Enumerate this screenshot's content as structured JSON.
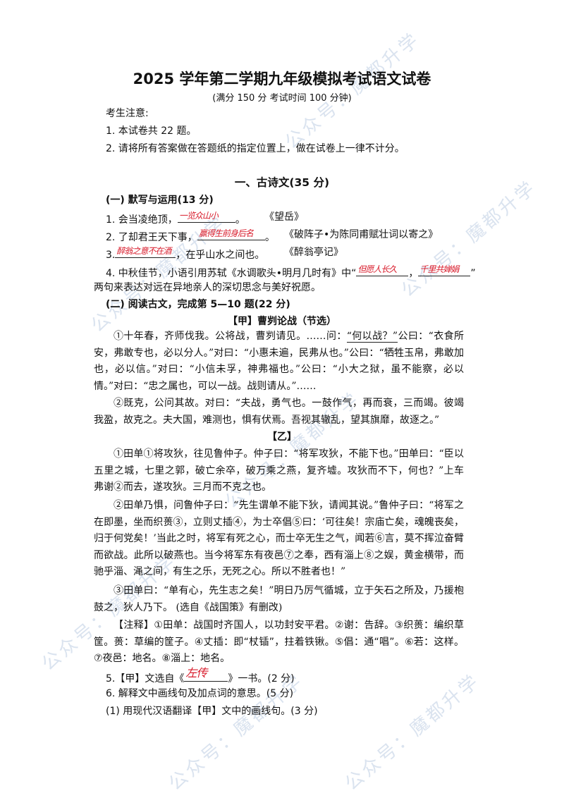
{
  "header": {
    "title": "2025 学年第二学期九年级模拟考试语文试卷",
    "subtitle": "(满分 150 分  考试时间 100 分钟)"
  },
  "notice": {
    "heading": "考生注意:",
    "items": [
      "1. 本试卷共 22 题。",
      "2. 请将所有答案做在答题纸的指定位置上，做在试卷上一律不计分。"
    ]
  },
  "section1": {
    "title": "一、古诗文(35 分)",
    "part1_title": "(一) 默写与运用(13 分)",
    "q1": {
      "prefix": "1. 会当凌绝顶，",
      "answer": "一览众山小",
      "suffix": "。",
      "source": "《望岳》"
    },
    "q2": {
      "prefix": "2. 了却君王天下事，",
      "answer": "赢得生前身后名",
      "suffix": "。",
      "source": "《破阵子•为陈同甫赋壮词以寄之》"
    },
    "q3": {
      "prefix": "3.",
      "answer": "醉翁之意不在酒",
      "suffix": "，在乎山水之间也。",
      "source": "《醉翁亭记》"
    },
    "q4": {
      "prefix": "4. 中秋佳节，小语引用苏轼《水调歌头•明月几时有》中“",
      "answer1": "但愿人长久",
      "sep": "，",
      "answer2": "千里共婵娟",
      "suffix": "”",
      "line2": "两句来表达对远在异地亲人的深切思念与美好祝愿。"
    },
    "part2_title": "(二) 阅读古文，完成第 5—10 题(22 分)"
  },
  "passage_a": {
    "title": "【甲】曹刿论战（节选）",
    "p1_before": "①十年春，齐师伐我。公将战，曹刿请见。……问：",
    "p1_underlined": "“何以战？”",
    "p1_after": "公曰：“衣食所安，弗敢专也，必以分人。”对曰：“小惠未遍，民弗从也。”公曰：“牺牲玉帛，弗敢加也，必以信。”对曰：“小信未孚，神弗福也。”公曰：“小大之狱，虽不能察，必以情。”对曰：“忠之属也，可以一战。战则请从。”……",
    "p2": "②既克，公问其故。对曰：“夫战，勇气也。一鼓作气，再而衰，三而竭。彼竭我盈，故克之。夫大国，难测也，惧有伏焉。吾视其辙乱，望其旗靡，故逐之。”"
  },
  "passage_b": {
    "title": "【乙】",
    "p1": "①田单①将攻狄，往见鲁仲子。仲子曰：“将军攻狄，不能下也。”田单曰：“臣以五里之城，七里之郭，破亡余卒，破万乘之燕，复齐墟。攻狄而不下，何也？”上车弗谢②而去，遂攻狄。三月而不克之也。",
    "p2": "②田单乃惧，问鲁仲子曰：“先生谓单不能下狄，请闻其说。”鲁仲子曰：“将军之在即墨，坐而织蒉③，立则丈插④，为士卒倡⑤曰：‘可往矣！宗庙亡矣，魂魄丧矣，归于何党矣！’当此之时，将军有死之心，而士卒无生之气，闻若⑥言，莫不挥泣奋臂而欲战。此所以破燕也。当今将军东有夜邑⑦之奉，西有淄上⑧之娱，黄金横带，而驰乎淄、渑之间，有生之乐，无死之心。所以不胜者也！”",
    "p3": "③田单曰：“单有心，先生志之矣！”明日乃厉气循城，立于矢石之所及，乃援枹鼓之，狄人乃下。 (选自《战国策》有删改)"
  },
  "notes": {
    "text": "【注释】①田单：战国时齐国人，以功封安平君。②谢：告辞。③织蒉：编织草筐。蒉：草编的筐子。④丈插：即“杖锸”，拄着铁锹。⑤倡：通“唱”。⑥若：这样。⑦夜邑：地名。⑧淄上：地名。"
  },
  "questions": {
    "q5_prefix": "5.【甲】文选自《",
    "q5_answer": "左传",
    "q5_suffix": "》一书。(2 分)",
    "q6": "6. 解释文中画线句及加点词的意思。(5 分)",
    "q6_1": "(1) 用现代汉语翻译【甲】文中的画线句。(3 分)"
  },
  "watermark": {
    "text": "公众号：魔都升学"
  },
  "colors": {
    "handwriting": "#d81b2b",
    "watermark": "#96afd2"
  }
}
